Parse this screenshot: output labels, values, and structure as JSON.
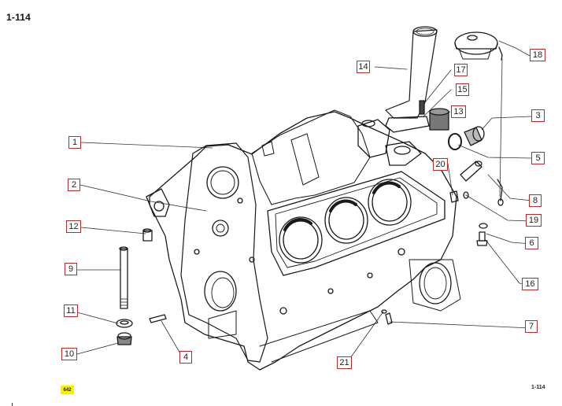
{
  "page": {
    "page_id": "1-114",
    "footer_id": "1-114",
    "badge_text": "642",
    "highlight_color": "#f7f000",
    "callout_border_color": "#c0282c"
  },
  "diagram": {
    "title": "Engine block exploded parts view",
    "callouts": [
      {
        "id": "c1",
        "label": "1"
      },
      {
        "id": "c2",
        "label": "2"
      },
      {
        "id": "c3",
        "label": "3"
      },
      {
        "id": "c4",
        "label": "4"
      },
      {
        "id": "c5",
        "label": "5"
      },
      {
        "id": "c6",
        "label": "6"
      },
      {
        "id": "c7",
        "label": "7"
      },
      {
        "id": "c8",
        "label": "8"
      },
      {
        "id": "c9",
        "label": "9"
      },
      {
        "id": "c10",
        "label": "10"
      },
      {
        "id": "c11",
        "label": "11"
      },
      {
        "id": "c12",
        "label": "12"
      },
      {
        "id": "c13",
        "label": "13"
      },
      {
        "id": "c14",
        "label": "14"
      },
      {
        "id": "c15",
        "label": "15"
      },
      {
        "id": "c16",
        "label": "16"
      },
      {
        "id": "c17",
        "label": "17"
      },
      {
        "id": "c18",
        "label": "18"
      },
      {
        "id": "c19",
        "label": "19"
      },
      {
        "id": "c20",
        "label": "20"
      },
      {
        "id": "c21",
        "label": "21"
      }
    ]
  }
}
